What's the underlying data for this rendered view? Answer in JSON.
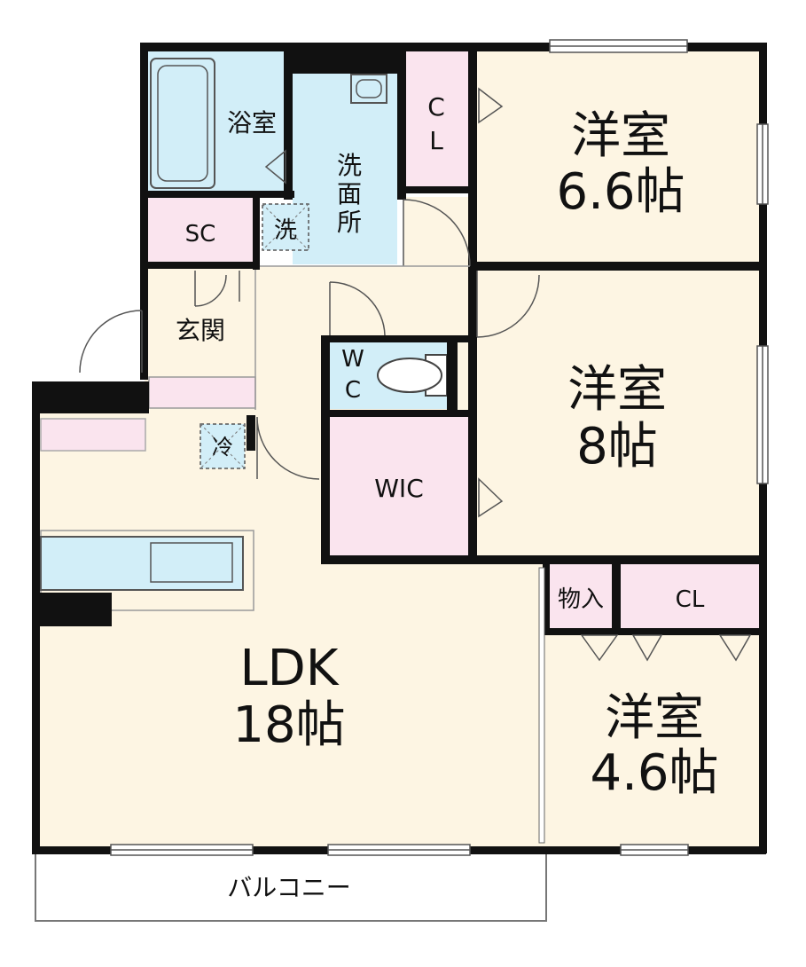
{
  "colors": {
    "wall": "#111111",
    "floor_room": "#fdf5e3",
    "wet_area": "#d2eef8",
    "storage": "#fae4ee",
    "hall": "#fdf5e3",
    "balcony": "#ffffff"
  },
  "rooms": {
    "bath": "浴室",
    "washroom": [
      "洗",
      "面",
      "所"
    ],
    "washer": "洗",
    "cl_top": [
      "C",
      "L"
    ],
    "shoe_closet": "SC",
    "entrance": "玄関",
    "wc": [
      "W",
      "C"
    ],
    "fridge": "冷",
    "wic": "WIC",
    "western1_name": "洋室",
    "western1_size": "6.6帖",
    "western2_name": "洋室",
    "western2_size": "8帖",
    "storage_small": "物入",
    "cl_right": "CL",
    "western3_name": "洋室",
    "western3_size": "4.6帖",
    "ldk_name": "LDK",
    "ldk_size": "18帖",
    "balcony": "バルコニー"
  }
}
